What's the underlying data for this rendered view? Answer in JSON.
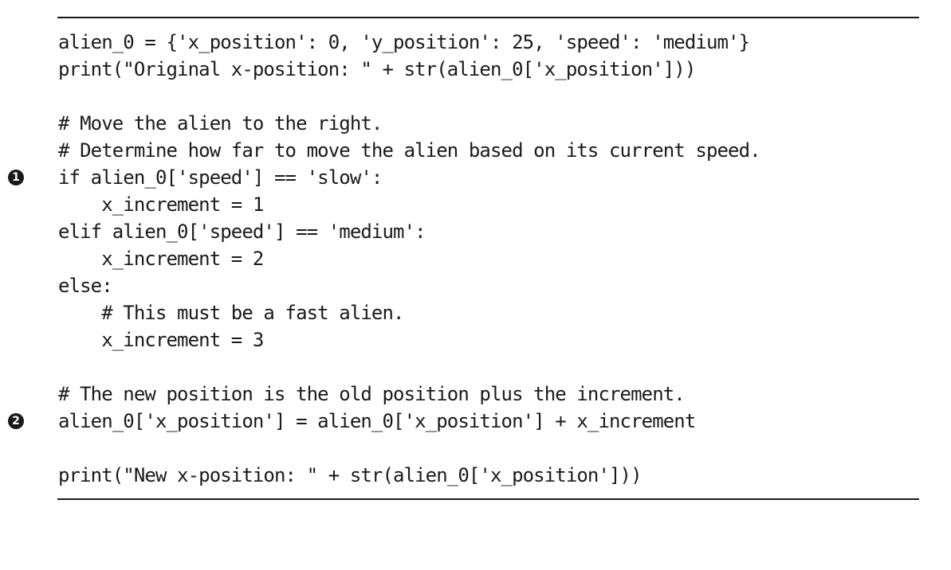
{
  "code_listing": {
    "lines": [
      {
        "marker": "",
        "text": "alien_0 = {'x_position': 0, 'y_position': 25, 'speed': 'medium'}"
      },
      {
        "marker": "",
        "text": "print(\"Original x-position: \" + str(alien_0['x_position']))"
      },
      {
        "marker": "",
        "text": ""
      },
      {
        "marker": "",
        "text": "# Move the alien to the right."
      },
      {
        "marker": "",
        "text": "# Determine how far to move the alien based on its current speed."
      },
      {
        "marker": "1",
        "text": "if alien_0['speed'] == 'slow':"
      },
      {
        "marker": "",
        "text": "    x_increment = 1"
      },
      {
        "marker": "",
        "text": "elif alien_0['speed'] == 'medium':"
      },
      {
        "marker": "",
        "text": "    x_increment = 2"
      },
      {
        "marker": "",
        "text": "else:"
      },
      {
        "marker": "",
        "text": "    # This must be a fast alien."
      },
      {
        "marker": "",
        "text": "    x_increment = 3"
      },
      {
        "marker": "",
        "text": ""
      },
      {
        "marker": "",
        "text": "# The new position is the old position plus the increment."
      },
      {
        "marker": "2",
        "text": "alien_0['x_position'] = alien_0['x_position'] + x_increment"
      },
      {
        "marker": "",
        "text": ""
      },
      {
        "marker": "",
        "text": "print(\"New x-position: \" + str(alien_0['x_position']))"
      }
    ]
  }
}
